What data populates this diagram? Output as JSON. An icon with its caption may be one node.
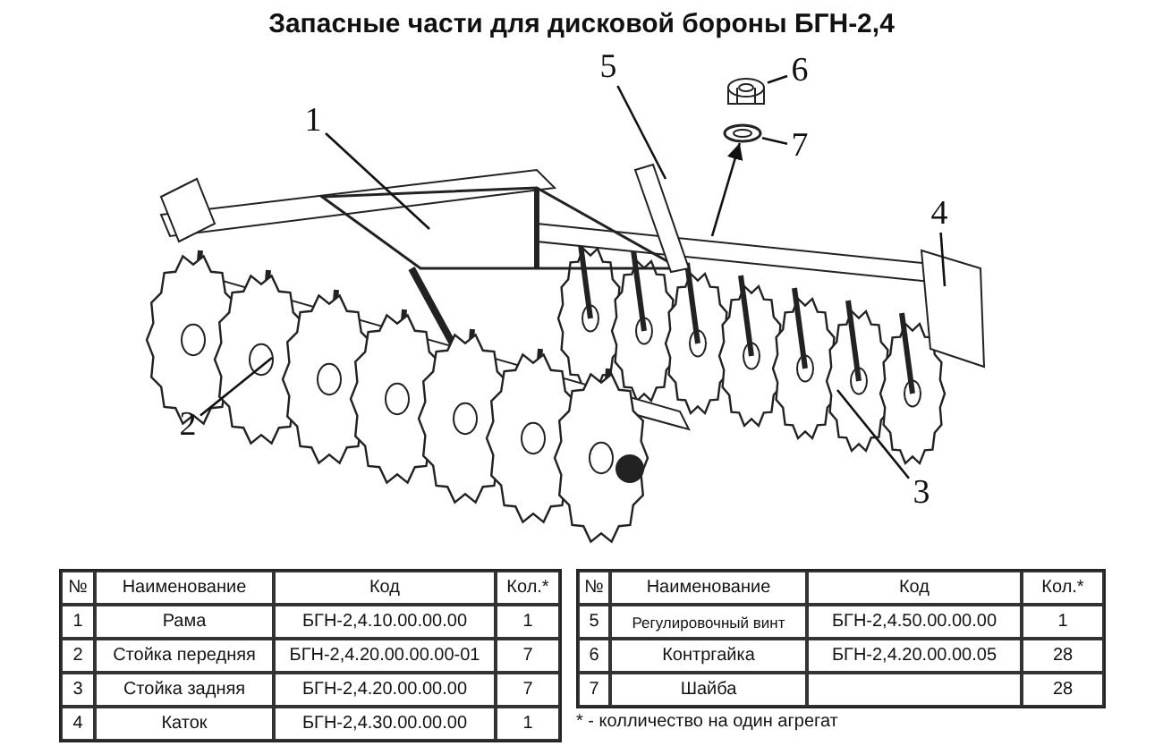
{
  "diagram": {
    "title": "Запасные части для дисковой бороны БГН-2,4",
    "nodes": [
      {
        "text": [
          "1"
        ]
      },
      {
        "text": [
          "2"
        ]
      },
      {
        "text": [
          "3"
        ]
      },
      {
        "text": [
          "4"
        ]
      },
      {
        "text": [
          "5"
        ]
      },
      {
        "text": [
          "6"
        ]
      },
      {
        "text": [
          "7"
        ]
      },
      {
        "text": [],
        "shape": "picture"
      },
      {
        "text": [],
        "shape": "picture"
      }
    ],
    "edges": [
      {
        "from": 0,
        "to": null,
        "arrow": "none"
      },
      {
        "from": 1,
        "to": null,
        "arrow": "none"
      },
      {
        "from": 2,
        "to": null,
        "arrow": "none"
      },
      {
        "from": 3,
        "to": null,
        "arrow": "none"
      },
      {
        "from": 4,
        "to": null,
        "arrow": "none"
      },
      {
        "from": 5,
        "to": 7,
        "arrow": "none"
      },
      {
        "from": 6,
        "to": 8,
        "arrow": "none"
      },
      {
        "from": null,
        "to": 8,
        "arrow": "to"
      }
    ],
    "labels": [
      "№",
      "Наименование",
      "Код",
      "Кол.*",
      "№",
      "Наименование",
      "Код",
      "Кол.*",
      "1",
      "Рама",
      "БГН-2,4.10.00.00.00",
      "1",
      "5",
      "Регулировочный винт",
      "БГН-2,4.50.00.00.00",
      "1",
      "2",
      "Стойка передняя",
      "БГН-2,4.20.00.00.00-01",
      "7",
      "6",
      "Контргайка",
      "БГН-2,4.20.00.00.05",
      "28",
      "3",
      "Стойка задняя",
      "БГН-2,4.20.00.00.00",
      "7",
      "7",
      "Шайба",
      "28",
      "4",
      "Каток",
      "БГН-2,4.30.00.00.00",
      "1",
      "* - колличество на один агрегат"
    ]
  }
}
